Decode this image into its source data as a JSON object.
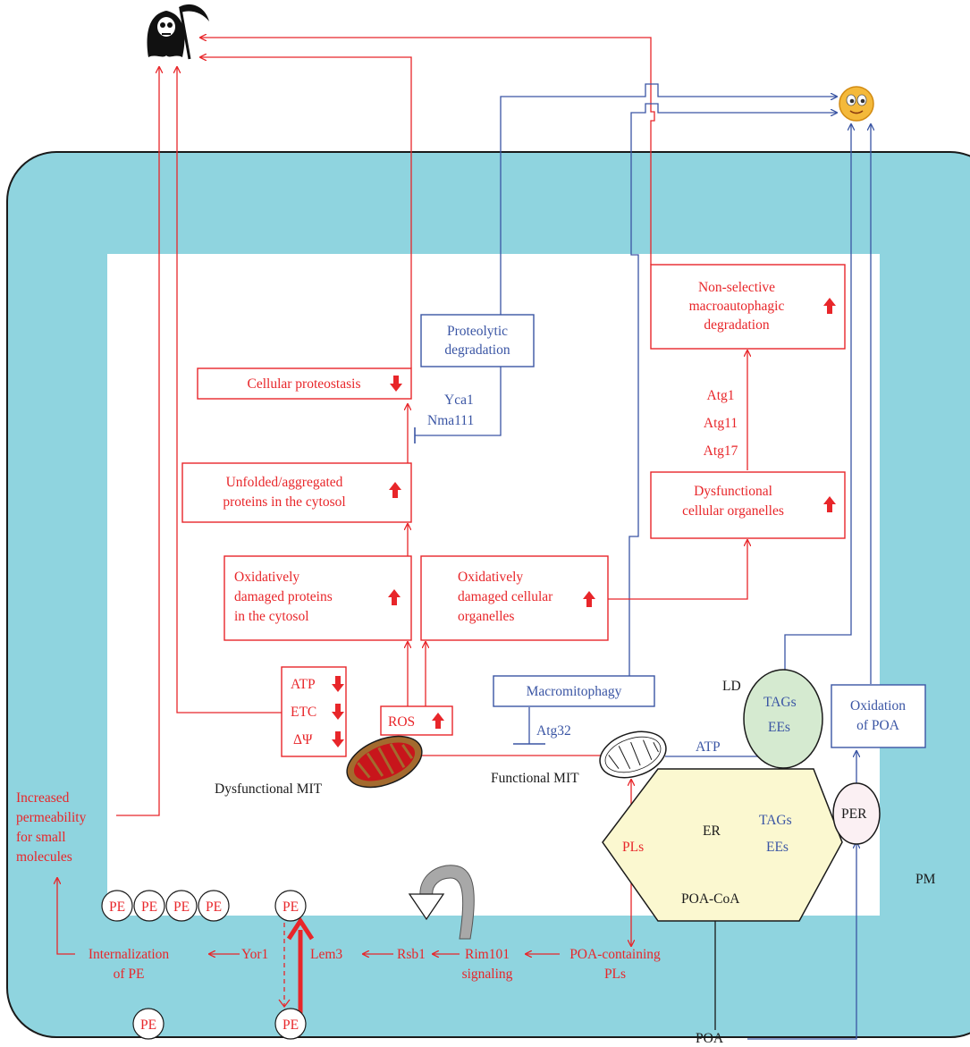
{
  "colors": {
    "cell_wall": "#8fd4df",
    "cytoplasm": "#ffffff",
    "pathway_red": "#e8262a",
    "pathway_blue": "#3a55a4",
    "er": "#fbf8d0",
    "lipid_droplet": "#d5ead0",
    "peroxisome": "#fbf0f3",
    "mito_dysfunctional": "#a36a2e",
    "mito_cristae": "#c8151b"
  },
  "icons": {
    "death": "grim-reaper-icon",
    "survival": "smiley-face-icon",
    "increase": "red-up-arrow",
    "decrease": "red-down-arrow",
    "signaling": "curved-arrow-icon"
  },
  "boxes": {
    "non_selective": [
      "Non-selective",
      "macroautophagic",
      "degradation"
    ],
    "proteolytic": [
      "Proteolytic",
      "degradation"
    ],
    "cellular_proteostasis": "Cellular proteostasis",
    "unfolded": [
      "Unfolded/aggregated",
      "proteins in the cytosol"
    ],
    "dysfunctional_organelles": [
      "Dysfunctional",
      "cellular organelles"
    ],
    "ox_proteins": [
      "Oxidatively",
      "damaged proteins",
      "in the cytosol"
    ],
    "ox_organelles": [
      "Oxidatively",
      "damaged cellular",
      "organelles"
    ],
    "macromitophagy": "Macromitophagy",
    "oxidation_poa": [
      "Oxidation",
      "of POA"
    ],
    "ros": "ROS",
    "mito_status": [
      "ATP",
      "ETC",
      "ΔΨ"
    ]
  },
  "labels": {
    "yca1": "Yca1",
    "nma111": "Nma111",
    "atg1": "Atg1",
    "atg11": "Atg11",
    "atg17": "Atg17",
    "atg32": "Atg32",
    "ld": "LD",
    "ld_tags": "TAGs",
    "ld_ees": "EEs",
    "atp_functional": "ATP",
    "functional_mit": "Functional MIT",
    "dysfunctional_mit": "Dysfunctional MIT",
    "er": "ER",
    "er_tags": "TAGs",
    "er_ees": "EEs",
    "pls": "PLs",
    "poa_coa": "POA-CoA",
    "per": "PER",
    "pm": "PM",
    "poa": "POA",
    "permeability": [
      "Increased",
      "permeability",
      "for small",
      "molecules"
    ],
    "internalization": [
      "Internalization",
      "of PE"
    ],
    "yor1": "Yor1",
    "lem3": "Lem3",
    "rsb1": "Rsb1",
    "rim101": [
      "Rim101",
      "signaling"
    ],
    "poa_pls": [
      "POA-containing",
      "PLs"
    ],
    "pe": "PE"
  }
}
